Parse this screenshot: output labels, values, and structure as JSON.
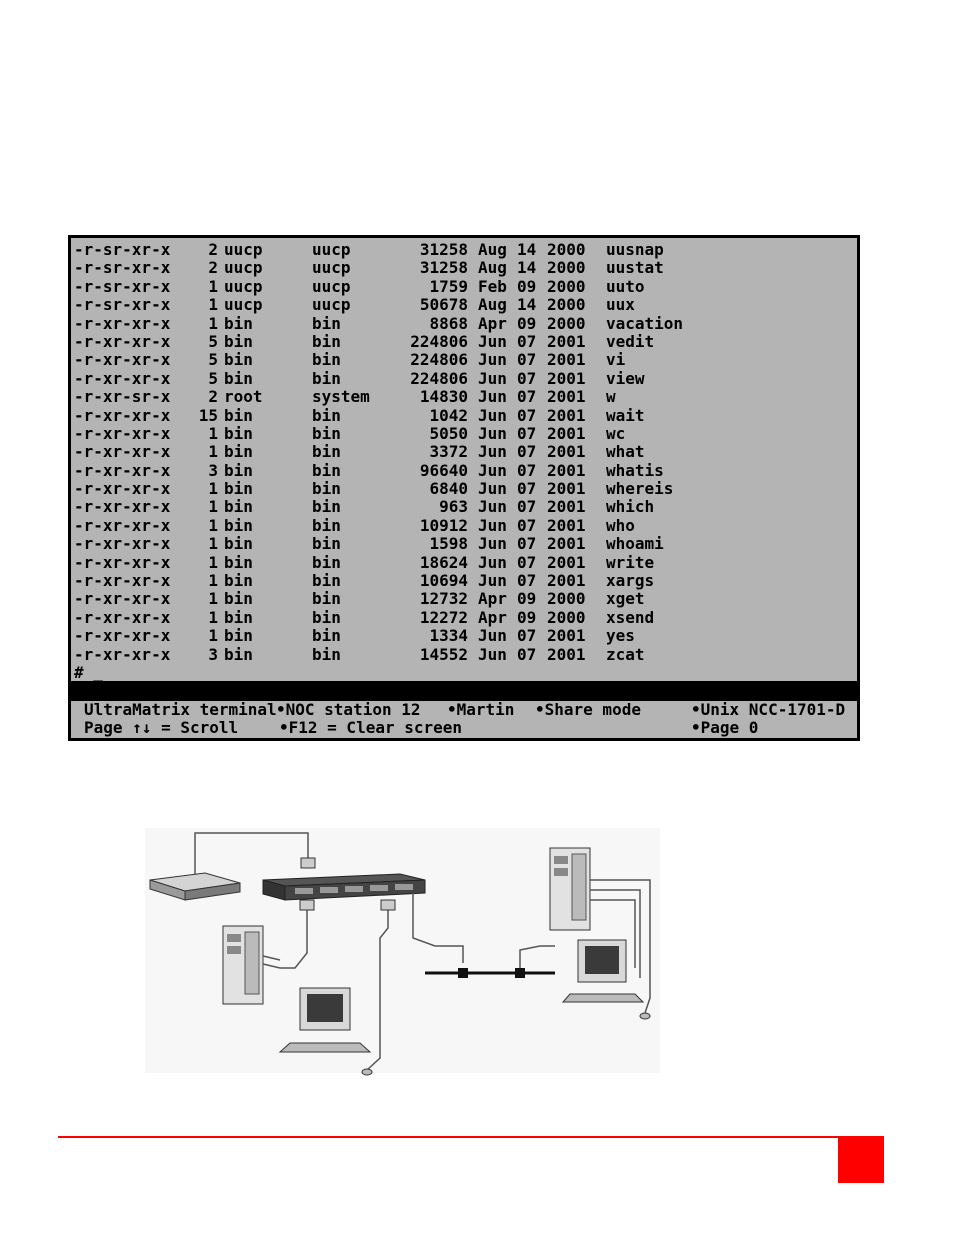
{
  "terminal": {
    "listing": [
      {
        "perm": "-r-sr-xr-x",
        "links": "2",
        "owner": "uucp",
        "group": "uucp",
        "size": "31258",
        "month": "Aug",
        "day": "14",
        "year": "2000",
        "name": "uusnap"
      },
      {
        "perm": "-r-sr-xr-x",
        "links": "2",
        "owner": "uucp",
        "group": "uucp",
        "size": "31258",
        "month": "Aug",
        "day": "14",
        "year": "2000",
        "name": "uustat"
      },
      {
        "perm": "-r-sr-xr-x",
        "links": "1",
        "owner": "uucp",
        "group": "uucp",
        "size": "1759",
        "month": "Feb",
        "day": "09",
        "year": "2000",
        "name": "uuto"
      },
      {
        "perm": "-r-sr-xr-x",
        "links": "1",
        "owner": "uucp",
        "group": "uucp",
        "size": "50678",
        "month": "Aug",
        "day": "14",
        "year": "2000",
        "name": "uux"
      },
      {
        "perm": "-r-xr-xr-x",
        "links": "1",
        "owner": "bin",
        "group": "bin",
        "size": "8868",
        "month": "Apr",
        "day": "09",
        "year": "2000",
        "name": "vacation"
      },
      {
        "perm": "-r-xr-xr-x",
        "links": "5",
        "owner": "bin",
        "group": "bin",
        "size": "224806",
        "month": "Jun",
        "day": "07",
        "year": "2001",
        "name": "vedit"
      },
      {
        "perm": "-r-xr-xr-x",
        "links": "5",
        "owner": "bin",
        "group": "bin",
        "size": "224806",
        "month": "Jun",
        "day": "07",
        "year": "2001",
        "name": "vi"
      },
      {
        "perm": "-r-xr-xr-x",
        "links": "5",
        "owner": "bin",
        "group": "bin",
        "size": "224806",
        "month": "Jun",
        "day": "07",
        "year": "2001",
        "name": "view"
      },
      {
        "perm": "-r-xr-sr-x",
        "links": "2",
        "owner": "root",
        "group": "system",
        "size": "14830",
        "month": "Jun",
        "day": "07",
        "year": "2001",
        "name": "w"
      },
      {
        "perm": "-r-xr-xr-x",
        "links": "15",
        "owner": "bin",
        "group": "bin",
        "size": "1042",
        "month": "Jun",
        "day": "07",
        "year": "2001",
        "name": "wait"
      },
      {
        "perm": "-r-xr-xr-x",
        "links": "1",
        "owner": "bin",
        "group": "bin",
        "size": "5050",
        "month": "Jun",
        "day": "07",
        "year": "2001",
        "name": "wc"
      },
      {
        "perm": "-r-xr-xr-x",
        "links": "1",
        "owner": "bin",
        "group": "bin",
        "size": "3372",
        "month": "Jun",
        "day": "07",
        "year": "2001",
        "name": "what"
      },
      {
        "perm": "-r-xr-xr-x",
        "links": "3",
        "owner": "bin",
        "group": "bin",
        "size": "96640",
        "month": "Jun",
        "day": "07",
        "year": "2001",
        "name": "whatis"
      },
      {
        "perm": "-r-xr-xr-x",
        "links": "1",
        "owner": "bin",
        "group": "bin",
        "size": "6840",
        "month": "Jun",
        "day": "07",
        "year": "2001",
        "name": "whereis"
      },
      {
        "perm": "-r-xr-xr-x",
        "links": "1",
        "owner": "bin",
        "group": "bin",
        "size": "963",
        "month": "Jun",
        "day": "07",
        "year": "2001",
        "name": "which"
      },
      {
        "perm": "-r-xr-xr-x",
        "links": "1",
        "owner": "bin",
        "group": "bin",
        "size": "10912",
        "month": "Jun",
        "day": "07",
        "year": "2001",
        "name": "who"
      },
      {
        "perm": "-r-xr-xr-x",
        "links": "1",
        "owner": "bin",
        "group": "bin",
        "size": "1598",
        "month": "Jun",
        "day": "07",
        "year": "2001",
        "name": "whoami"
      },
      {
        "perm": "-r-xr-xr-x",
        "links": "1",
        "owner": "bin",
        "group": "bin",
        "size": "18624",
        "month": "Jun",
        "day": "07",
        "year": "2001",
        "name": "write"
      },
      {
        "perm": "-r-xr-xr-x",
        "links": "1",
        "owner": "bin",
        "group": "bin",
        "size": "10694",
        "month": "Jun",
        "day": "07",
        "year": "2001",
        "name": "xargs"
      },
      {
        "perm": "-r-xr-xr-x",
        "links": "1",
        "owner": "bin",
        "group": "bin",
        "size": "12732",
        "month": "Apr",
        "day": "09",
        "year": "2000",
        "name": "xget"
      },
      {
        "perm": "-r-xr-xr-x",
        "links": "1",
        "owner": "bin",
        "group": "bin",
        "size": "12272",
        "month": "Apr",
        "day": "09",
        "year": "2000",
        "name": "xsend"
      },
      {
        "perm": "-r-xr-xr-x",
        "links": "1",
        "owner": "bin",
        "group": "bin",
        "size": "1334",
        "month": "Jun",
        "day": "07",
        "year": "2001",
        "name": "yes"
      },
      {
        "perm": "-r-xr-xr-x",
        "links": "3",
        "owner": "bin",
        "group": "bin",
        "size": "14552",
        "month": "Jun",
        "day": "07",
        "year": "2001",
        "name": "zcat"
      }
    ],
    "prompt": "# _",
    "status": {
      "line1": {
        "terminal": "UltraMatrix terminal",
        "station": "•NOC station 12",
        "user": "•Martin",
        "mode": "•Share mode",
        "host": "•Unix NCC-1701-D"
      },
      "line2": {
        "scroll": "Page ↑↓ = Scroll",
        "clear": "•F12 = Clear screen",
        "page": "•Page 0"
      }
    }
  },
  "colors": {
    "terminal_bg": "#b4b4b4",
    "terminal_border": "#000000",
    "accent": "#ff0000"
  }
}
